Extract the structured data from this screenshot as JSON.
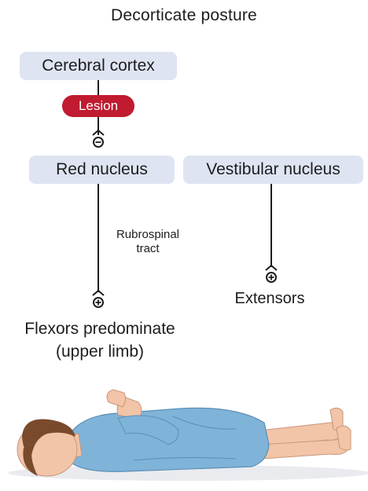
{
  "title": "Decorticate posture",
  "nodes": {
    "cerebral_cortex": "Cerebral cortex",
    "red_nucleus": "Red nucleus",
    "vestibular_nucleus": "Vestibular nucleus"
  },
  "lesion_label": "Lesion",
  "tract_label": "Rubrospinal tract",
  "outcomes": {
    "extensors": "Extensors",
    "flexors_line1": "Flexors predominate",
    "flexors_line2": "(upper limb)"
  },
  "synapse_signs": {
    "inhibitory": "−",
    "excitatory": "+"
  },
  "colors": {
    "node_fill": "#dfe4f3",
    "lesion_fill": "#c01b30",
    "gown": "#7fb3d8",
    "skin": "#f2c4a8",
    "hair": "#7a4a2c"
  }
}
